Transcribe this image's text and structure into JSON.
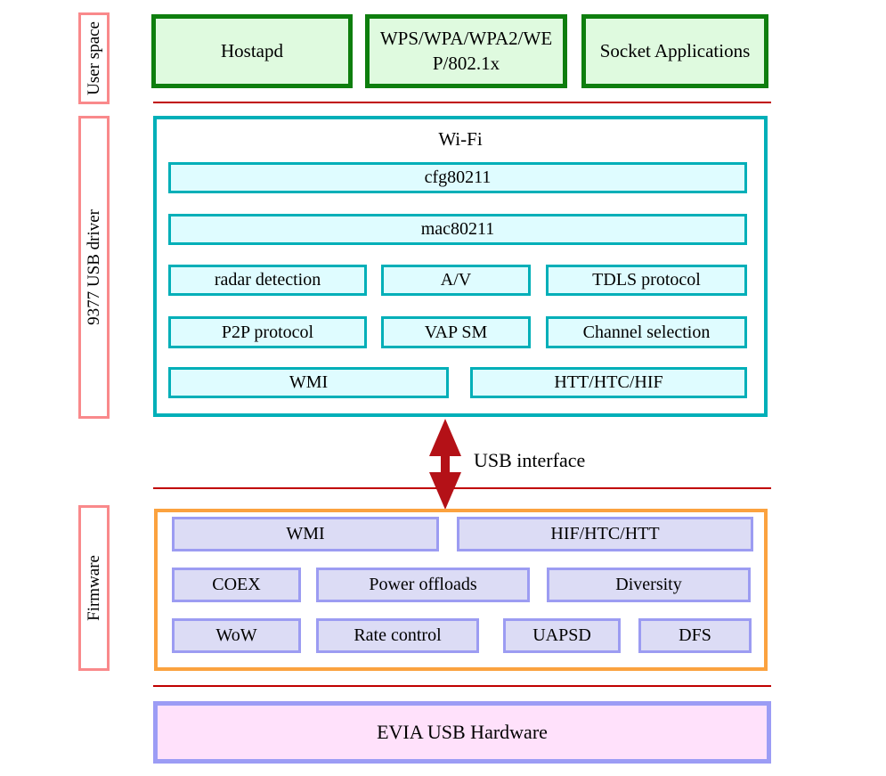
{
  "colors": {
    "green_border": "#0E7E0E",
    "green_fill": "#DFFADF",
    "salmon_label_border": "#F9898B",
    "teal_border": "#00AFB8",
    "cyan_fill": "#DFFCFF",
    "separator_red": "#C00000",
    "arrow_red": "#B41117",
    "orange_border": "#FBA23F",
    "periwinkle_border": "#9C9CF2",
    "lavender_fill": "#DCDCF5",
    "hardware_border": "#9C9CF5",
    "hardware_fill": "#FFE1FB"
  },
  "side_labels": {
    "user_space": "User space",
    "usb_driver": "9377 USB driver",
    "firmware": "Firmware"
  },
  "user_space": {
    "hostapd": "Hostapd",
    "wps": "WPS/WPA/WPA2/WEP/802.1x",
    "socket": "Socket Applications"
  },
  "driver": {
    "title": "Wi-Fi",
    "cfg": "cfg80211",
    "mac": "mac80211",
    "radar": "radar detection",
    "av": "A/V",
    "tdls": "TDLS protocol",
    "p2p": "P2P protocol",
    "vap": "VAP SM",
    "channel": "Channel selection",
    "wmi": "WMI",
    "htt": "HTT/HTC/HIF"
  },
  "interface": {
    "label": "USB interface"
  },
  "firmware": {
    "wmi": "WMI",
    "hif": "HIF/HTC/HTT",
    "coex": "COEX",
    "power": "Power offloads",
    "diversity": "Diversity",
    "wow": "WoW",
    "rate": "Rate control",
    "uapsd": "UAPSD",
    "dfs": "DFS"
  },
  "hardware": {
    "label": "EVIA USB Hardware"
  }
}
